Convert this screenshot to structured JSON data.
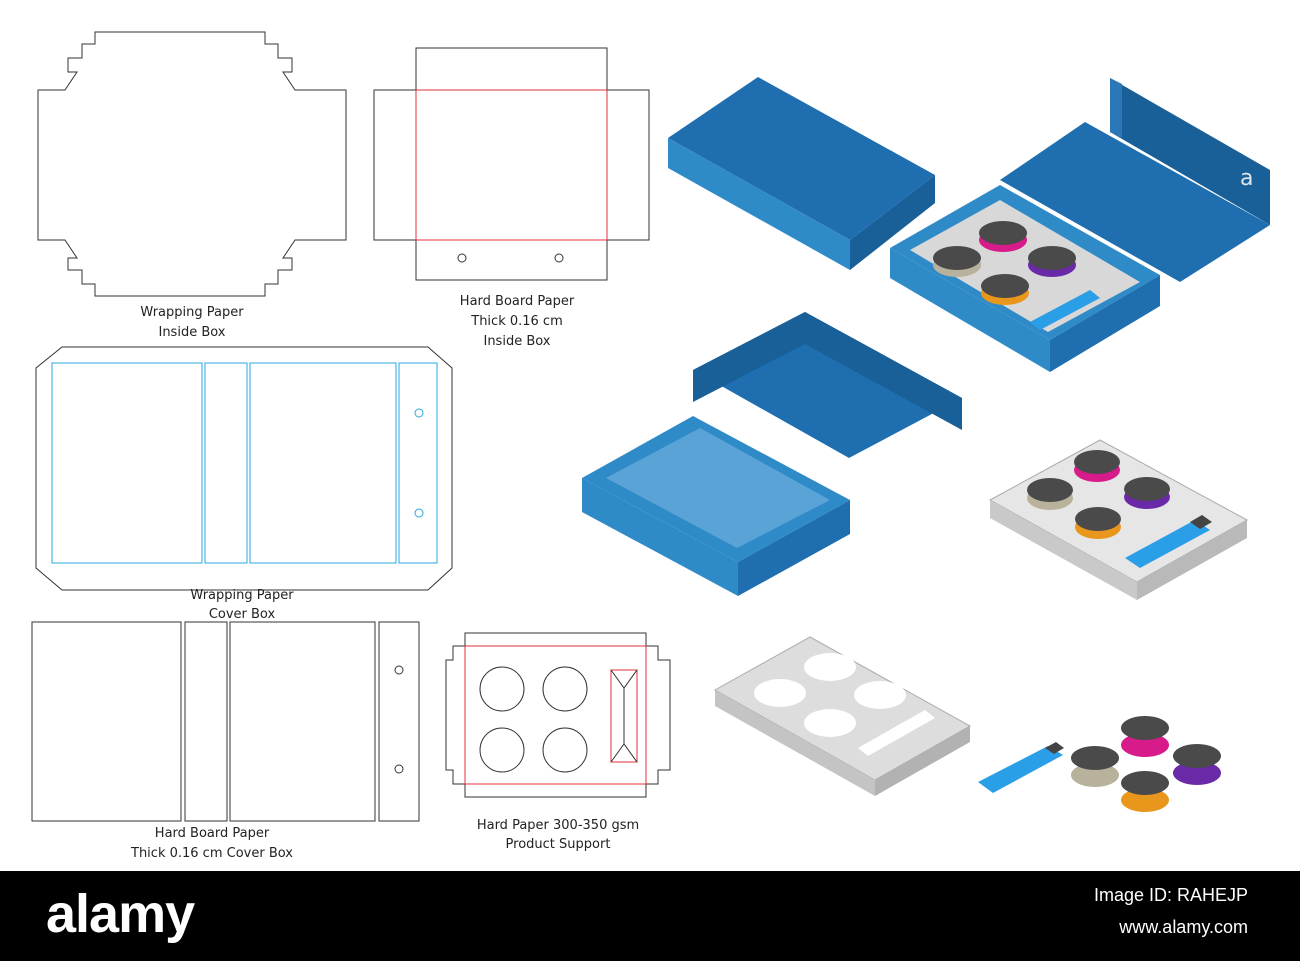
{
  "labels": {
    "inside_wrap_1": "Wrapping Paper",
    "inside_wrap_2": "Inside Box",
    "inside_board_1": "Hard Board Paper",
    "inside_board_2": "Thick 0.16 cm",
    "inside_board_3": "Inside Box",
    "cover_wrap_1": "Wrapping Paper",
    "cover_wrap_2": "Cover Box",
    "cover_board_1": "Hard Board Paper",
    "cover_board_2": "Thick 0.16 cm  Cover Box",
    "support_1": "Hard Paper 300-350 gsm",
    "support_2": "Product Support"
  },
  "watermark": "a",
  "footer": {
    "brand": "alamy",
    "image_id": "Image ID: RAHEJP",
    "url": "www.alamy.com"
  },
  "colors": {
    "outline": "#333333",
    "crease_red": "#e0303a",
    "crease_blue": "#2aa7df",
    "box_top": "#1f6fb0",
    "box_side": "#2f8ac8",
    "box_dark": "#195f98",
    "box_inner": "#5aa3d6",
    "tray": "#d8d8d8",
    "cap_dark": "#4a4a4a",
    "magenta": "#d81b8a",
    "purple": "#6a2aa8",
    "orange": "#e8961c",
    "beige": "#b8b19c",
    "lighter": "#2a9ee6",
    "footer_bg": "#000000"
  }
}
